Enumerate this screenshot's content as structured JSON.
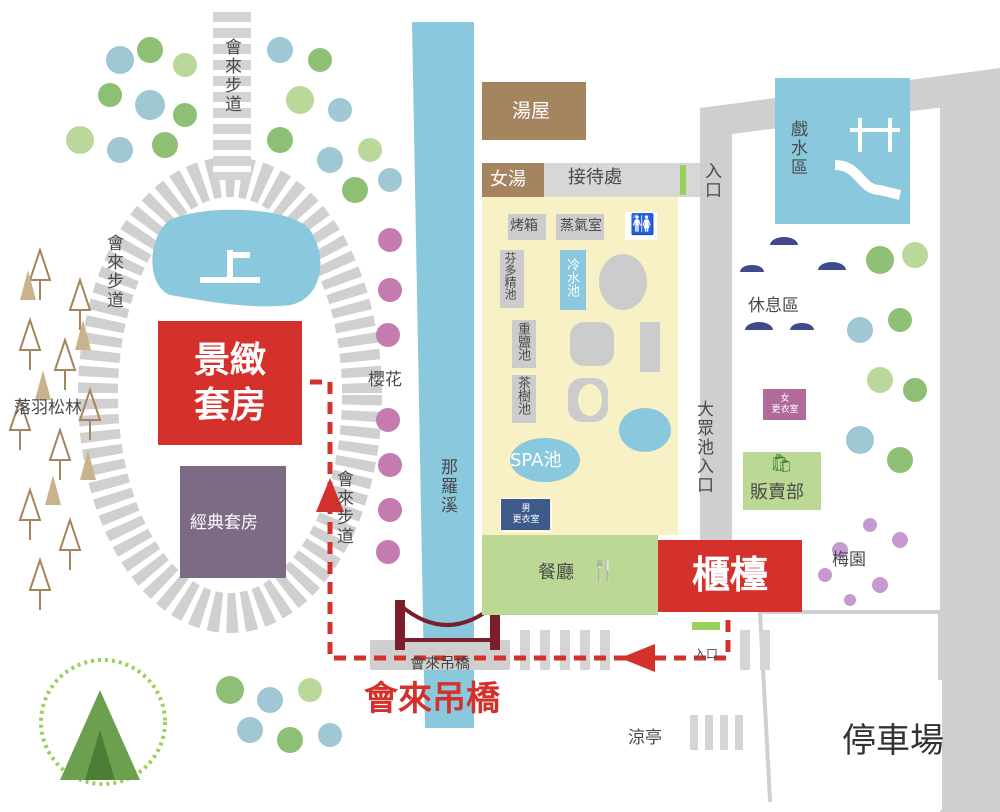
{
  "colors": {
    "stream": "#8ac8dd",
    "path": "#d3d3d3",
    "road": "#cfcfcf",
    "brown": "#a4855f",
    "pool_area": "#f8f1c6",
    "green_area": "#bcd895",
    "purple": "#7d6a85",
    "accent_red": "#d4312c",
    "label_grey": "#4a4a4a"
  },
  "labels": {
    "huilai_trail_top": "會來步道",
    "huilai_trail_left": "會來步道",
    "huilai_trail_right": "會來步道",
    "luoyu_forest": "落羽松林",
    "jingzhi_suite": "景緻\n套房",
    "classic_suite": "經典套房",
    "cherry_blossom": "櫻花",
    "naluo_stream": "那羅溪",
    "bath_house": "湯屋",
    "women_bath": "女湯",
    "reception": "接待處",
    "entrance_top": "入口",
    "oven": "烤箱",
    "steam_room": "蒸氣室",
    "phytoncide_pool": "芬多精池",
    "cold_pool": "冷水池",
    "salt_pool": "重鹽池",
    "tea_tree_pool": "茶樹池",
    "spa_pool": "SPA池",
    "men_changing": "男\n更衣室",
    "restaurant": "餐廳",
    "public_pool_entrance": "大眾池入口",
    "counter": "櫃檯",
    "entrance_bottom": "入口",
    "suspension_bridge_sign": "會來吊橋",
    "suspension_bridge_route": "會來吊橋",
    "water_play": "戲水區",
    "rest_area": "休息區",
    "women_changing": "女\n更衣室",
    "shop": "販賣部",
    "plum_garden": "梅園",
    "pavilion": "涼亭",
    "parking": "停車場"
  },
  "icons": {
    "restroom": "restroom-icon",
    "utensils": "utensils-icon",
    "shop_bag": "shopping-bag-icon",
    "logo": "mountain-logo-icon"
  }
}
